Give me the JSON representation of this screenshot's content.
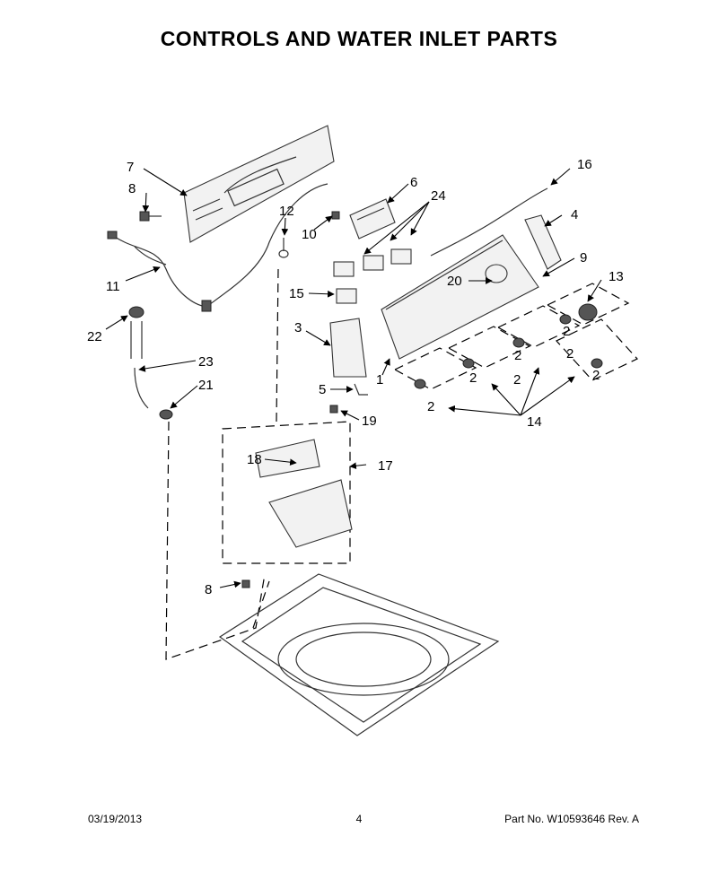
{
  "page": {
    "title": "CONTROLS AND WATER INLET PARTS",
    "footer": {
      "date": "03/19/2013",
      "page_number": "4",
      "part_no": "Part No.  W10593646   Rev.  A"
    }
  },
  "callouts": {
    "c7": "7",
    "c8a": "8",
    "c6": "6",
    "c24": "24",
    "c16": "16",
    "c4": "4",
    "c12": "12",
    "c10": "10",
    "c11": "11",
    "c9": "9",
    "c13": "13",
    "c20": "20",
    "c15": "15",
    "c22": "22",
    "c3": "3",
    "c23": "23",
    "c21": "21",
    "c5": "5",
    "c1": "1",
    "c19": "19",
    "c17": "17",
    "c18": "18",
    "c14": "14",
    "c8b": "8",
    "q2a": "2",
    "q2b": "2",
    "q2c": "2",
    "q2d": "2",
    "q2e": "2",
    "q2f": "2",
    "q2g": "2"
  }
}
